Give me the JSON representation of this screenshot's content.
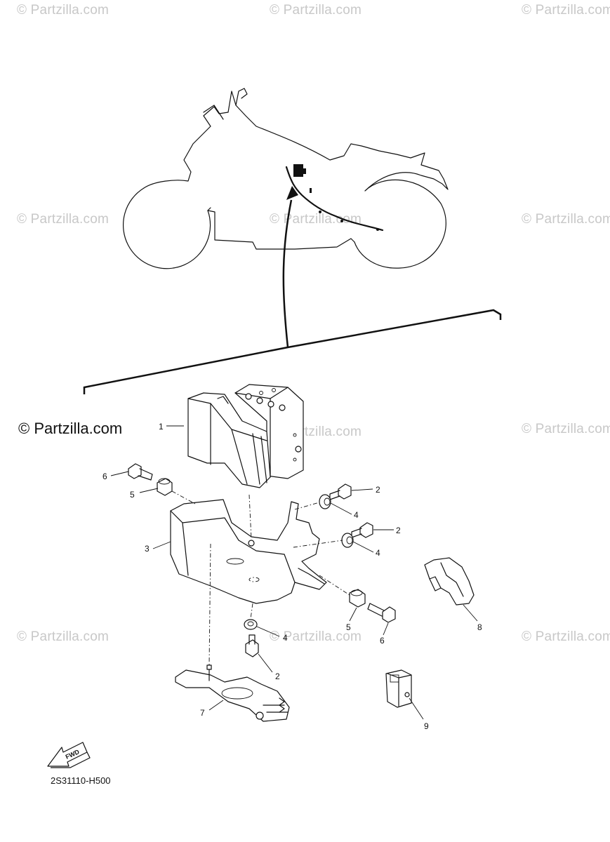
{
  "watermarks": {
    "text": "© Partzilla.com",
    "main": "© Partzilla.com"
  },
  "diagram_code": "2S31110-H500",
  "fwd_label": "FWD",
  "callouts": {
    "c1": "1",
    "c2a": "2",
    "c2b": "2",
    "c2c": "2",
    "c3": "3",
    "c4a": "4",
    "c4b": "4",
    "c4c": "4",
    "c5a": "5",
    "c5b": "5",
    "c6a": "6",
    "c6b": "6",
    "c7": "7",
    "c8": "8",
    "c9": "9"
  }
}
